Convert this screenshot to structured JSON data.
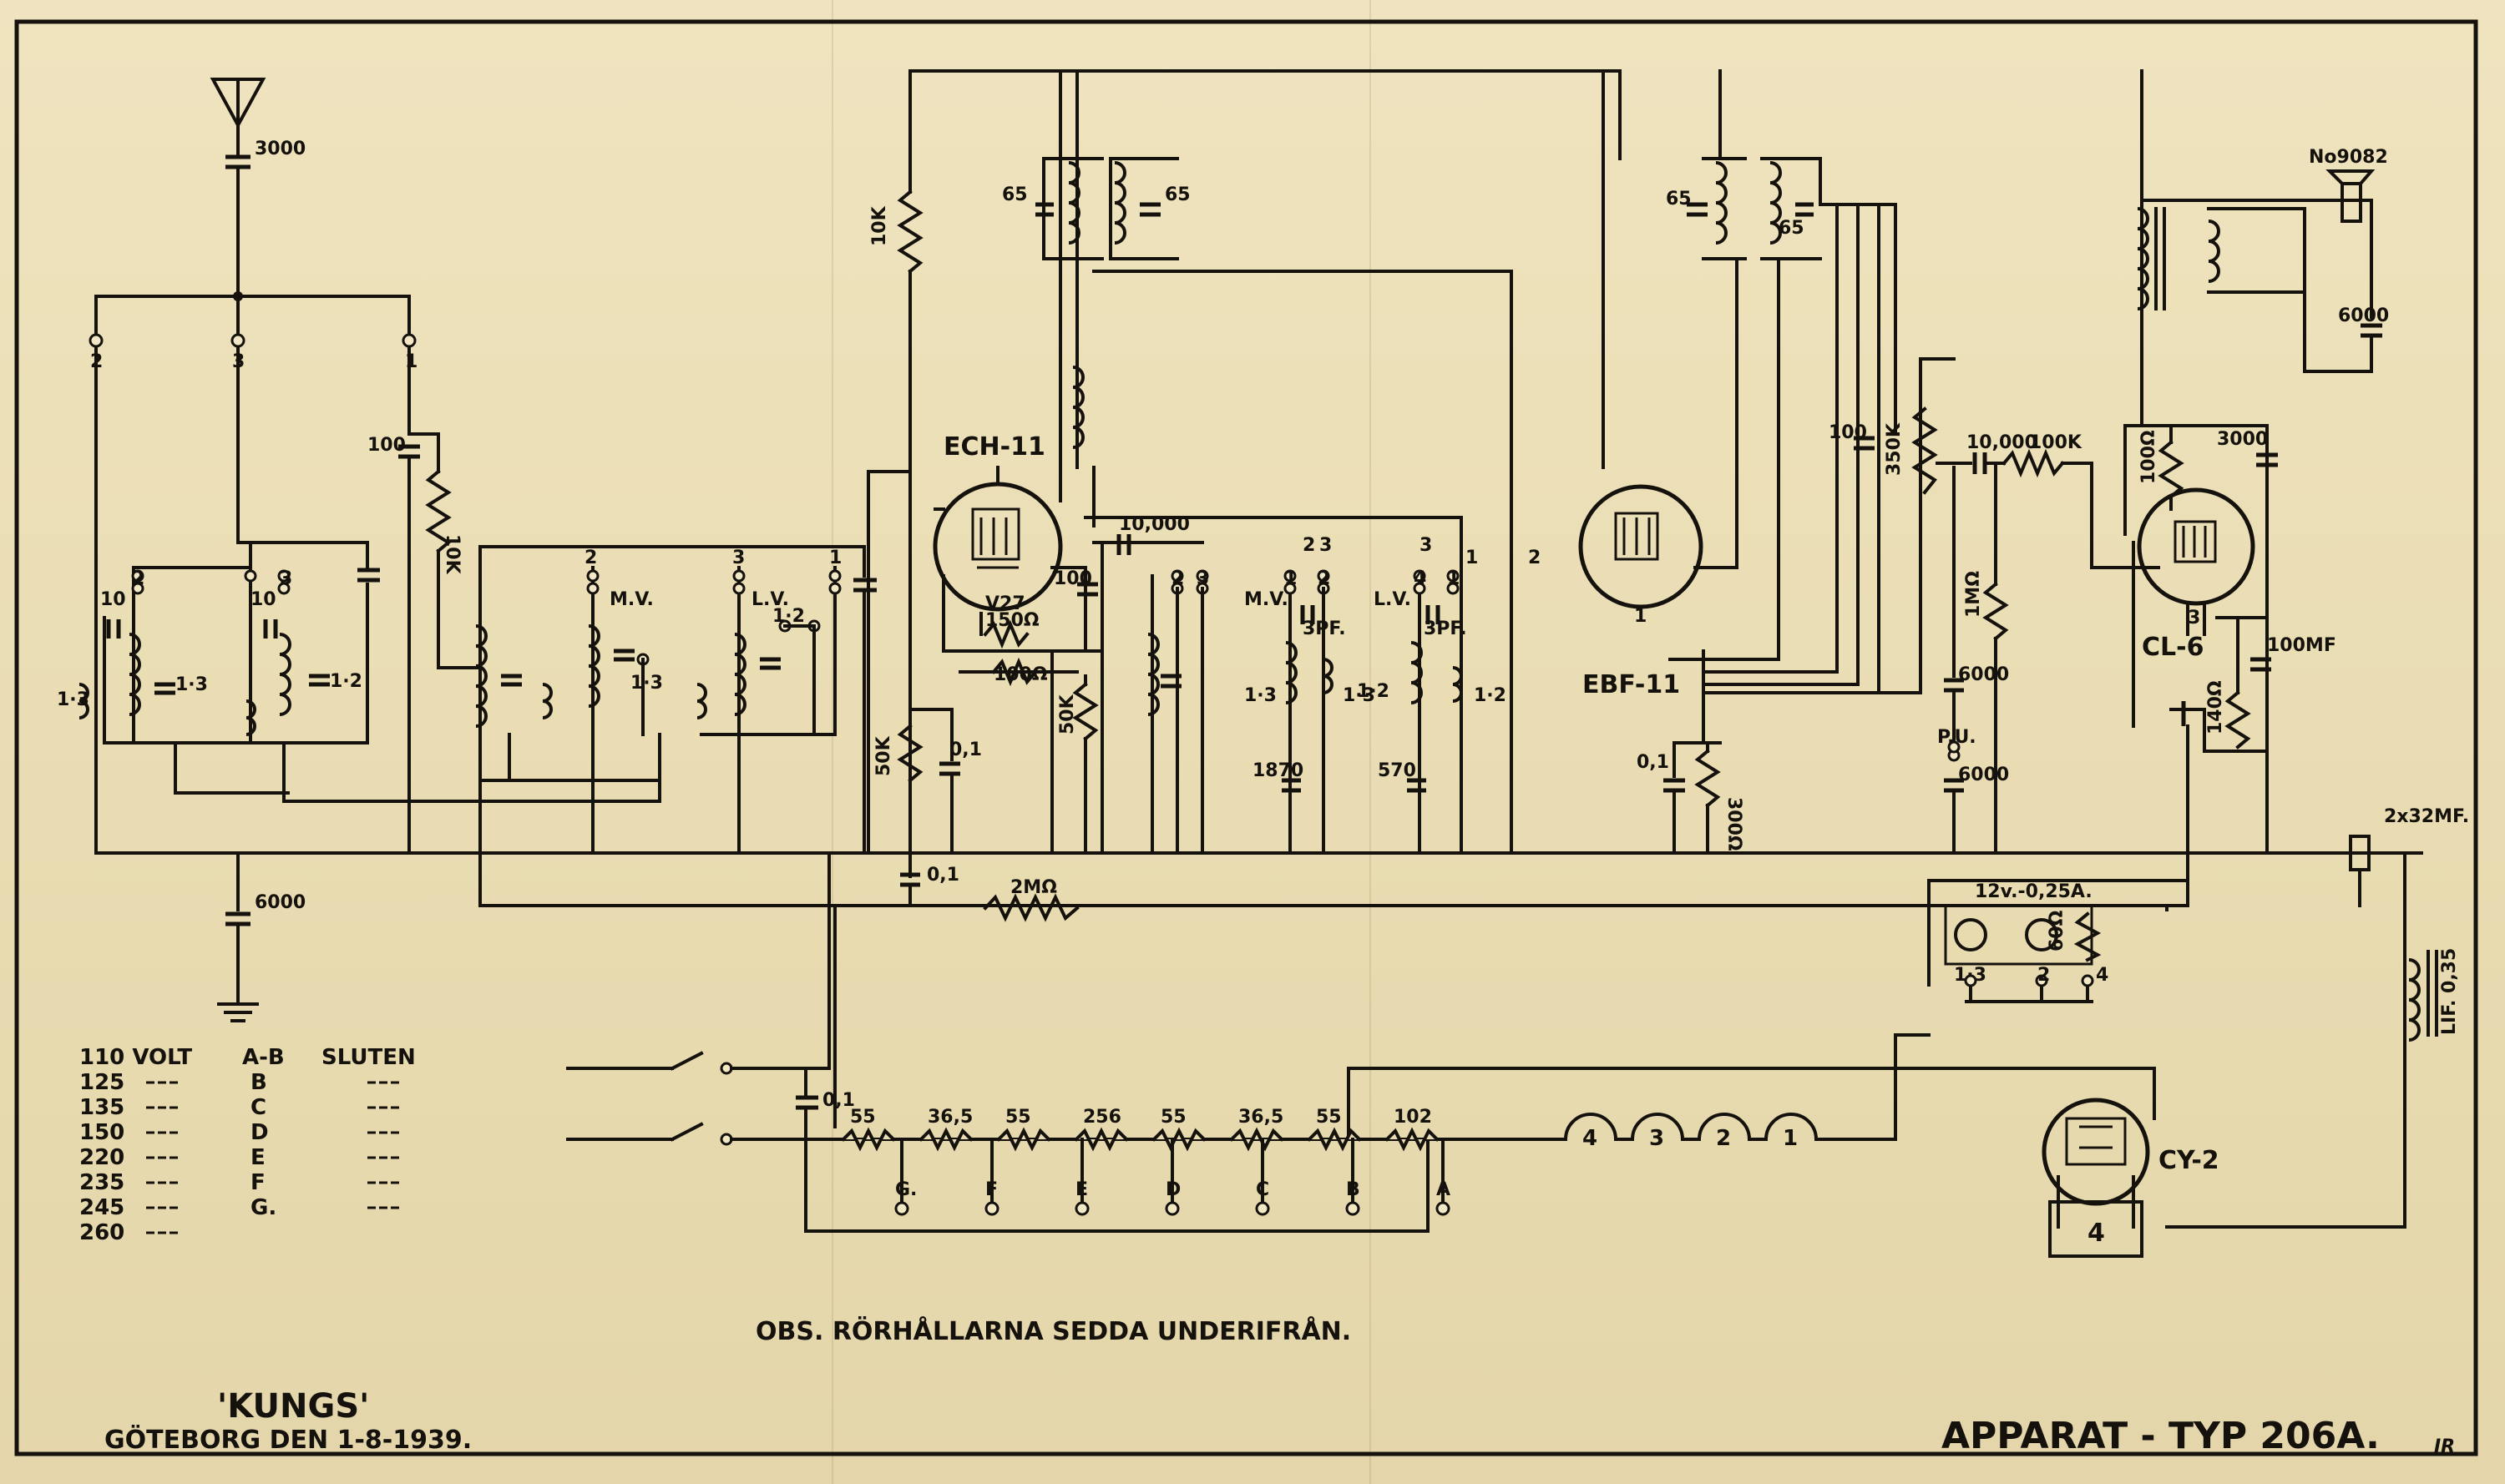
{
  "title": {
    "brand": "'KUNGS'",
    "place_date": "GÖTEBORG DEN 1-8-1939.",
    "model": "APPARAT - TYP 206A.",
    "signature": "JR"
  },
  "note": "OBS. RÖRHÅLLARNA SEDDA UNDERIFRÅN.",
  "tubes": {
    "ech11": "ECH-11",
    "ebf11": "EBF-11",
    "cl6": "CL-6",
    "cy2": "CY-2",
    "cy2_num": "4",
    "ebf_num": "1",
    "cl6_num": "3"
  },
  "speaker": "No9082",
  "voltage_table": {
    "header": [
      "110 VOLT",
      "A-B",
      "SLUTEN"
    ],
    "rows": [
      {
        "volt": "125",
        "tap": "B"
      },
      {
        "volt": "135",
        "tap": "C"
      },
      {
        "volt": "150",
        "tap": "D"
      },
      {
        "volt": "220",
        "tap": "E"
      },
      {
        "volt": "235",
        "tap": "F"
      },
      {
        "volt": "245",
        "tap": "G."
      },
      {
        "volt": "260",
        "tap": ""
      }
    ]
  },
  "antenna": {
    "cap": "3000",
    "taps": [
      "2",
      "3",
      "1"
    ],
    "ground_cap": "6000"
  },
  "components": {
    "c100_ant": "100",
    "r10k_ant": "10K",
    "c10_a": "10",
    "c10_b": "10",
    "trim_13a": "1·3",
    "trim_13b": "1·3",
    "trim_12a": "1·2",
    "trim_13c": "1·3",
    "coil_mv": "M.V.",
    "coil_lv": "L.V.",
    "band_12": "1·2",
    "r10k_top": "10K",
    "if_cap_a": "65",
    "if_cap_b": "65",
    "if_cap_c": "65",
    "if_cap_d": "65",
    "c10000_osc": "10,000",
    "c100_osc": "100",
    "r150": "150Ω",
    "r100_osc": "100Ω",
    "v27": "V27",
    "r50k_a": "50K",
    "r50k_b": "50K",
    "c01_a": "0,1",
    "c01_b": "0,1",
    "c01_c": "0,1",
    "c01_d": "0,1",
    "r2m": "2MΩ",
    "osc_mv": "M.V.",
    "osc_lv": "L.V.",
    "osc_3pf_a": "3PF.",
    "osc_3pf_b": "3PF.",
    "c1870": "1870",
    "c570": "570",
    "osc_13": "1·3",
    "osc_13b": "1·3",
    "osc_12": "1·2",
    "osc_12b": "1·2",
    "r300": "300Ω",
    "c100_det": "100",
    "pot350k": "350K",
    "c10000_af": "10,000",
    "r100k": "100K",
    "r1m": "1MΩ",
    "c6000_a": "6000",
    "c6000_b": "6000",
    "pu": "P.U.",
    "c3000_out": "3000",
    "r100_out": "100Ω",
    "c6000_spk": "6000",
    "c100mf": "100MF",
    "r140": "140Ω",
    "c2x32": "2x32MF.",
    "choke": "LIF. 0,35",
    "lamp": "12v.-0,25A.",
    "lamp_r": "60Ω",
    "lamp_taps": [
      "1·3",
      "2",
      "4"
    ]
  },
  "divider": {
    "values": [
      "55",
      "36,5",
      "55",
      "256",
      "55",
      "36,5",
      "55",
      "102"
    ],
    "taps": [
      "G.",
      "F",
      "E",
      "D",
      "C",
      "B",
      "A"
    ],
    "heaters": [
      "4",
      "3",
      "2",
      "1"
    ]
  },
  "band_numbers": [
    "2",
    "3",
    "2",
    "3",
    "1",
    "2",
    "3",
    "1",
    "2",
    "4",
    "1",
    "1",
    "2",
    "2",
    "3",
    "3"
  ]
}
